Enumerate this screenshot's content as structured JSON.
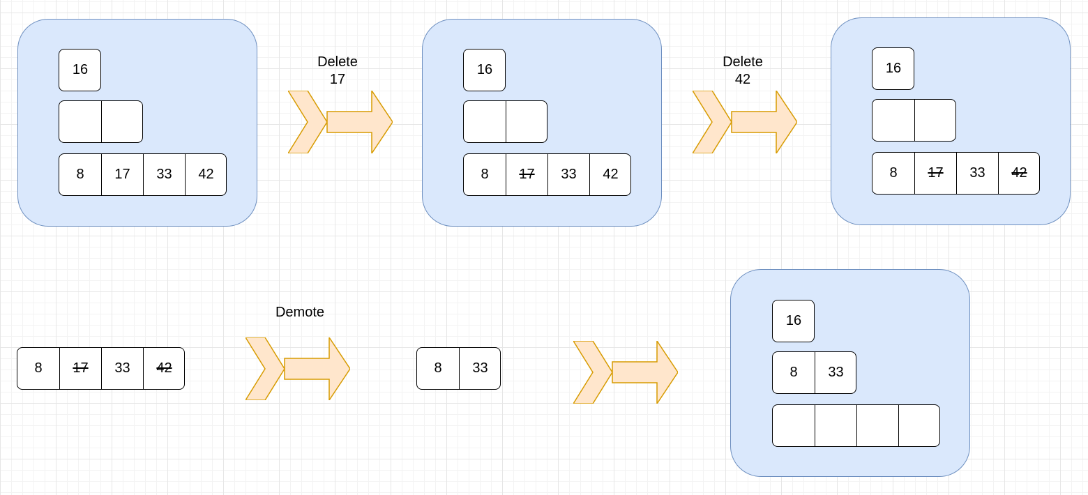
{
  "steps": {
    "top": [
      {
        "root": "16",
        "middle": [
          "",
          ""
        ],
        "leaves": [
          {
            "value": "8",
            "deleted": false
          },
          {
            "value": "17",
            "deleted": false
          },
          {
            "value": "33",
            "deleted": false
          },
          {
            "value": "42",
            "deleted": false
          }
        ]
      },
      {
        "root": "16",
        "middle": [
          "",
          ""
        ],
        "leaves": [
          {
            "value": "8",
            "deleted": false
          },
          {
            "value": "17",
            "deleted": true
          },
          {
            "value": "33",
            "deleted": false
          },
          {
            "value": "42",
            "deleted": false
          }
        ]
      },
      {
        "root": "16",
        "middle": [
          "",
          ""
        ],
        "leaves": [
          {
            "value": "8",
            "deleted": false
          },
          {
            "value": "17",
            "deleted": true
          },
          {
            "value": "33",
            "deleted": false
          },
          {
            "value": "42",
            "deleted": true
          }
        ]
      }
    ],
    "bottom": {
      "input_row": [
        {
          "value": "8",
          "deleted": false
        },
        {
          "value": "17",
          "deleted": true
        },
        {
          "value": "33",
          "deleted": false
        },
        {
          "value": "42",
          "deleted": true
        }
      ],
      "demoted_row": [
        {
          "value": "8",
          "deleted": false
        },
        {
          "value": "33",
          "deleted": false
        }
      ],
      "result": {
        "root": "16",
        "middle": [
          "8",
          "33"
        ],
        "leaves": [
          {
            "value": "",
            "deleted": false
          },
          {
            "value": "",
            "deleted": false
          },
          {
            "value": "",
            "deleted": false
          },
          {
            "value": "",
            "deleted": false
          }
        ]
      }
    }
  },
  "labels": {
    "delete_17": [
      "Delete",
      "17"
    ],
    "delete_42": [
      "Delete",
      "42"
    ],
    "demote": "Demote"
  },
  "colors": {
    "panel_fill": "#dae8fc",
    "panel_border": "#6c8ebf",
    "arrow_fill": "#ffe6cc",
    "arrow_border": "#d79b00"
  }
}
